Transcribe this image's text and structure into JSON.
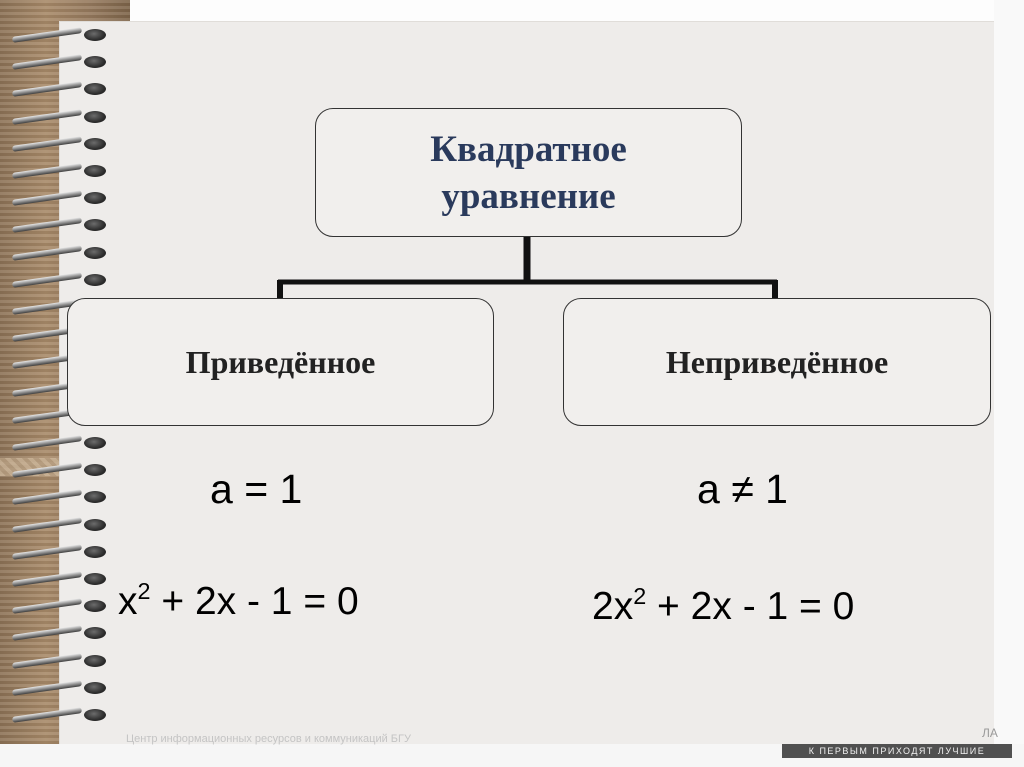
{
  "diagram": {
    "root": [
      "Квадратное",
      "уравнение"
    ],
    "left": "Приведённое",
    "right": "Неприведённое"
  },
  "left_column": {
    "condition": "a = 1",
    "example": {
      "before": "x",
      "exp": "2",
      "after": " + 2x - 1 = 0"
    }
  },
  "right_column": {
    "condition": "a ≠ 1",
    "example": {
      "before": "2x",
      "exp": "2",
      "after": " + 2x - 1 = 0"
    }
  },
  "footer": {
    "left_text": "Центр информационных ресурсов и коммуникаций БГУ",
    "banner": "К ПЕРВЫМ ПРИХОДЯТ ЛУЧШИЕ",
    "corner": "ЛА"
  },
  "colors": {
    "slide_background": "#eeecea",
    "root_text": "#2a3a5c",
    "box_border": "#333333"
  }
}
